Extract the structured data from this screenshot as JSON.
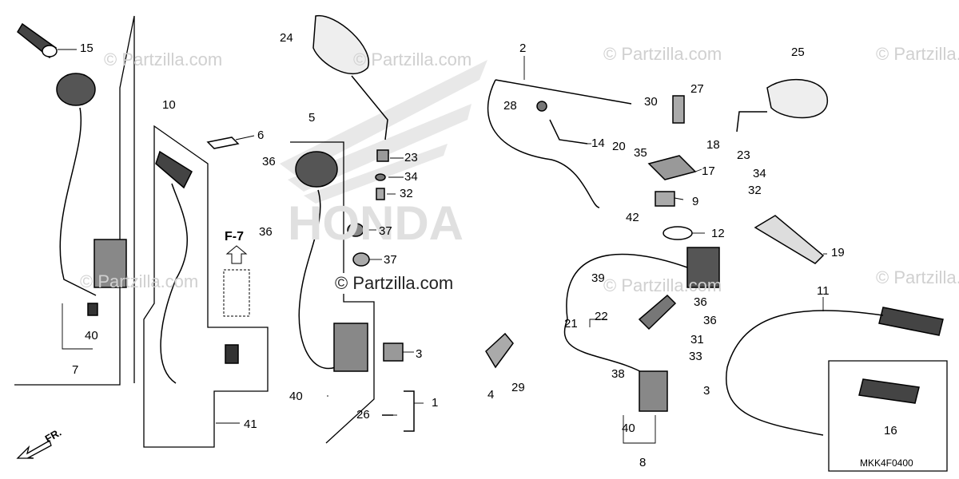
{
  "diagram_code": "MKK4F0400",
  "watermark_text": "© Partzilla.com",
  "direction_label": "FR.",
  "inset_reference": "F-7",
  "callouts": [
    "1",
    "2",
    "3",
    "3",
    "4",
    "5",
    "6",
    "7",
    "8",
    "9",
    "10",
    "11",
    "12",
    "14",
    "15",
    "16",
    "17",
    "18",
    "19",
    "20",
    "21",
    "22",
    "23",
    "23",
    "24",
    "25",
    "26",
    "27",
    "28",
    "29",
    "30",
    "31",
    "32",
    "32",
    "33",
    "34",
    "34",
    "35",
    "36",
    "36",
    "36",
    "36",
    "37",
    "37",
    "38",
    "39",
    "40",
    "40",
    "40",
    "41",
    "42"
  ],
  "colors": {
    "line": "#000000",
    "honda_logo": "#cfcfcf",
    "watermark": "#d0d0d0"
  }
}
